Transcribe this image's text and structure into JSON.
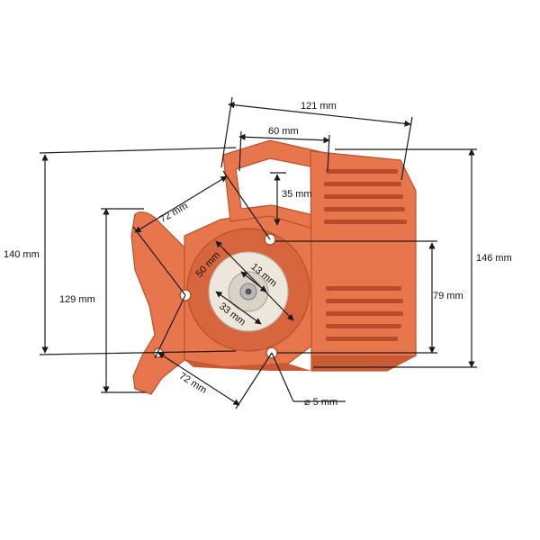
{
  "colors": {
    "housing": "#e8764c",
    "housing_dark": "#c95a33",
    "housing_shadow": "#b74c2a",
    "spool": "#ece6dc",
    "metal": "#b9b9b9",
    "dimension_line": "#1a1a1a"
  },
  "dimensions": {
    "width_top": "121 mm",
    "width_inner": "60 mm",
    "slot_height": "35 mm",
    "diag_upper": "72 mm",
    "diag_lower": "72 mm",
    "height_left_outer": "140 mm",
    "height_left_inner": "129 mm",
    "height_right_outer": "146 mm",
    "height_right_inner": "79 mm",
    "spool_diameter": "50 mm",
    "hub_diameter": "33 mm",
    "center_bore": "13 mm",
    "hole_diameter": "⌀ 5 mm"
  }
}
